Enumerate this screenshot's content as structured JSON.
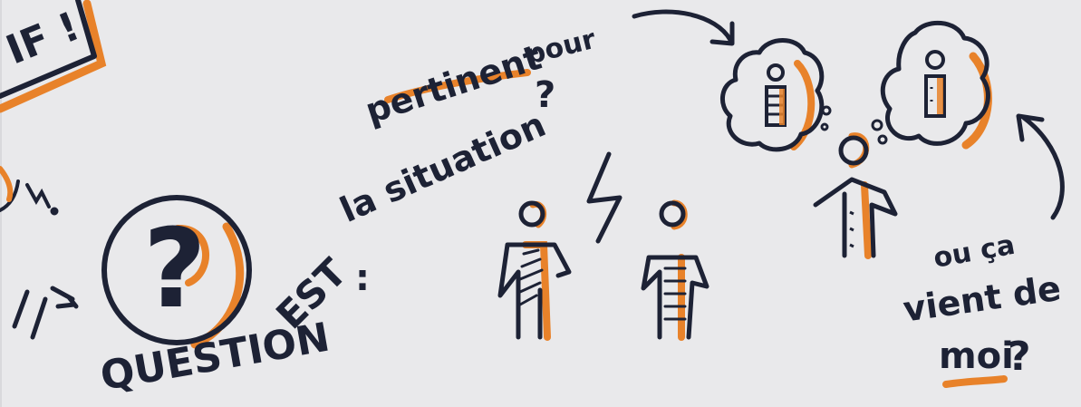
{
  "colors": {
    "paper": "#e9e9eb",
    "ink": "#1d2235",
    "accent": "#e8822a"
  },
  "sign_text": "IF !",
  "question_mark": "?",
  "question_word": "QUESTION",
  "est_word": "EST",
  "colon": ":",
  "top_text": {
    "line1_word1": "pertinent",
    "line1_word2": "pour",
    "line2": "la situation",
    "qmark": "?"
  },
  "right_text": {
    "line1": "ou ça",
    "line2": "vient de",
    "line3": "moi",
    "qmark": "?"
  },
  "icons": {
    "sign": "sign-icon",
    "hand": "hand-icon",
    "question_circle": "question-circle-icon",
    "conflict": "lightning-icon",
    "thought": "thought-bubble-icon",
    "person": "person-icon",
    "arrow": "curved-arrow-icon"
  }
}
